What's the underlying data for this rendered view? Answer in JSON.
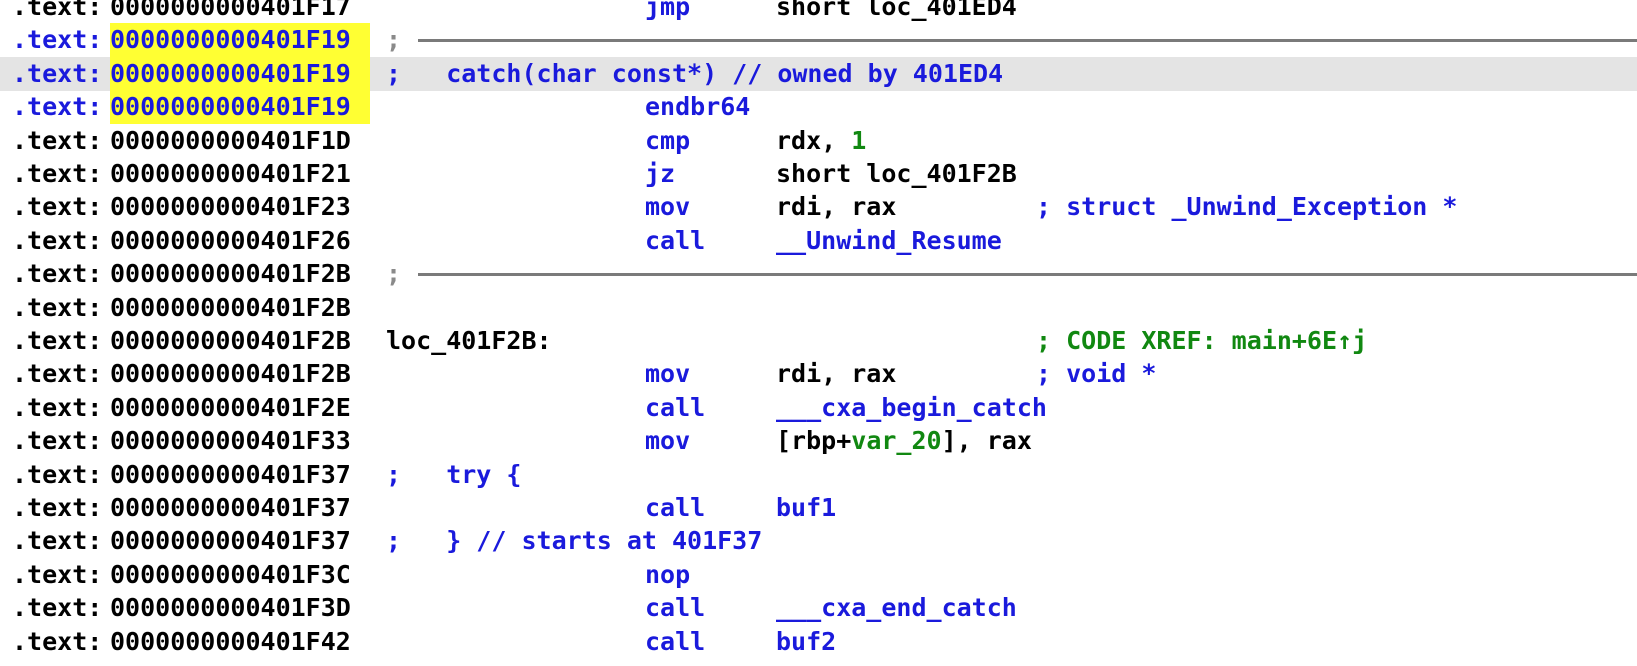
{
  "colors": {
    "address_highlight": "#ffff33",
    "selected_line": "#e4e4e4",
    "keyword_blue": "#1a1adc",
    "xref_green": "#118811",
    "separator_grey": "#7a7a7a"
  },
  "listing": [
    {
      "prefix": ".text:",
      "addr": "0000000000401F17",
      "mnemonic": "jmp",
      "operands": [
        {
          "t": "short loc_401ED4",
          "c": "black"
        }
      ]
    },
    {
      "type": "separator",
      "prefix": ".text:",
      "addr": "0000000000401F19",
      "addr_hl": true,
      "active": true,
      "semicolon": ";"
    },
    {
      "prefix": ".text:",
      "addr": "0000000000401F19",
      "addr_hl": true,
      "active": true,
      "selected": true,
      "label": ";   catch(char const*) // owned by 401ED4",
      "label_color": "blue"
    },
    {
      "prefix": ".text:",
      "addr": "0000000000401F19",
      "addr_hl": true,
      "active": true,
      "mnemonic": "endbr64"
    },
    {
      "prefix": ".text:",
      "addr": "0000000000401F1D",
      "mnemonic": "cmp",
      "operands": [
        {
          "t": "rdx, ",
          "c": "black"
        },
        {
          "t": "1",
          "c": "green"
        }
      ]
    },
    {
      "prefix": ".text:",
      "addr": "0000000000401F21",
      "mnemonic": "jz",
      "operands": [
        {
          "t": "short loc_401F2B",
          "c": "black"
        }
      ]
    },
    {
      "prefix": ".text:",
      "addr": "0000000000401F23",
      "mnemonic": "mov",
      "operands": [
        {
          "t": "rdi, rax",
          "c": "black"
        }
      ],
      "comment": "; struct _Unwind_Exception *",
      "comment_color": "blue"
    },
    {
      "prefix": ".text:",
      "addr": "0000000000401F26",
      "mnemonic": "call",
      "operands": [
        {
          "t": "__Unwind_Resume",
          "c": "blue"
        }
      ]
    },
    {
      "type": "separator",
      "prefix": ".text:",
      "addr": "0000000000401F2B",
      "semicolon": ";"
    },
    {
      "prefix": ".text:",
      "addr": "0000000000401F2B"
    },
    {
      "prefix": ".text:",
      "addr": "0000000000401F2B",
      "label": "loc_401F2B:",
      "label_color": "black",
      "comment": "; CODE XREF: main+6E↑j",
      "comment_color": "green"
    },
    {
      "prefix": ".text:",
      "addr": "0000000000401F2B",
      "mnemonic": "mov",
      "operands": [
        {
          "t": "rdi, rax",
          "c": "black"
        }
      ],
      "comment": "; void *",
      "comment_color": "blue"
    },
    {
      "prefix": ".text:",
      "addr": "0000000000401F2E",
      "mnemonic": "call",
      "operands": [
        {
          "t": "___cxa_begin_catch",
          "c": "blue"
        }
      ]
    },
    {
      "prefix": ".text:",
      "addr": "0000000000401F33",
      "mnemonic": "mov",
      "operands": [
        {
          "t": "[rbp+",
          "c": "black"
        },
        {
          "t": "var_20",
          "c": "green"
        },
        {
          "t": "], rax",
          "c": "black"
        }
      ]
    },
    {
      "prefix": ".text:",
      "addr": "0000000000401F37",
      "label": ";   try {",
      "label_color": "blue"
    },
    {
      "prefix": ".text:",
      "addr": "0000000000401F37",
      "mnemonic": "call",
      "operands": [
        {
          "t": "buf1",
          "c": "blue"
        }
      ]
    },
    {
      "prefix": ".text:",
      "addr": "0000000000401F37",
      "label": ";   } // starts at 401F37",
      "label_color": "blue"
    },
    {
      "prefix": ".text:",
      "addr": "0000000000401F3C",
      "mnemonic": "nop"
    },
    {
      "prefix": ".text:",
      "addr": "0000000000401F3D",
      "mnemonic": "call",
      "operands": [
        {
          "t": "___cxa_end_catch",
          "c": "blue"
        }
      ]
    },
    {
      "prefix": ".text:",
      "addr": "0000000000401F42",
      "mnemonic": "call",
      "operands": [
        {
          "t": "buf2",
          "c": "blue"
        }
      ]
    }
  ]
}
